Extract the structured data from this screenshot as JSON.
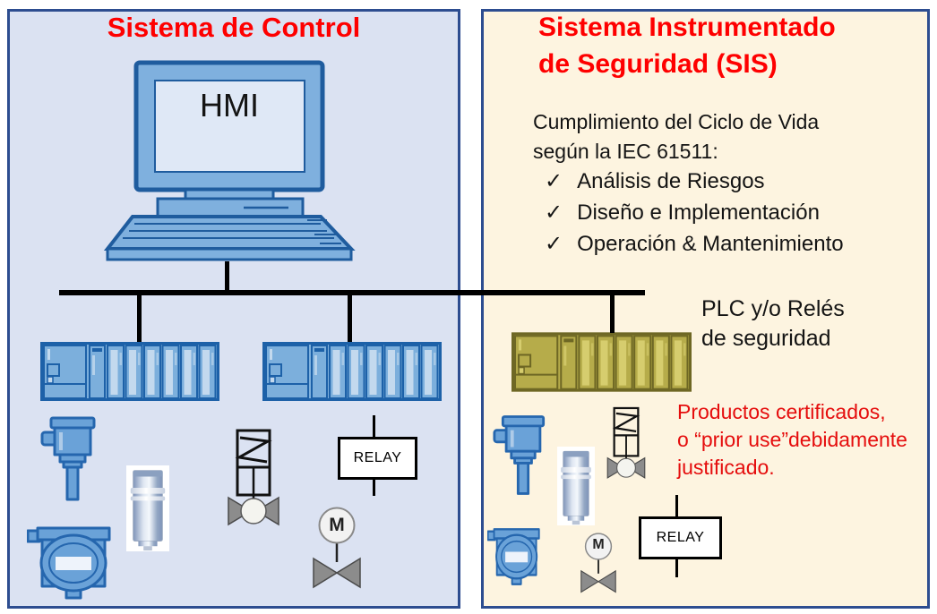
{
  "left_panel": {
    "title": "Sistema de Control",
    "hmi_label": "HMI",
    "relay_label": "RELAY",
    "motor_label": "M"
  },
  "right_panel": {
    "title_line1": "Sistema Instrumentado",
    "title_line2": "de Seguridad (SIS)",
    "lifecycle_line1": "Cumplimiento del Ciclo de Vida",
    "lifecycle_line2": "según la IEC 61511:",
    "checklist": [
      {
        "mark": "✓",
        "label": "Análisis de Riesgos"
      },
      {
        "mark": "✓",
        "label": "Diseño e Implementación"
      },
      {
        "mark": "✓",
        "label": "Operación & Mantenimiento"
      }
    ],
    "plc_label_line1": "PLC y/o Relés",
    "plc_label_line2": "de seguridad",
    "note_line1": "Productos certificados,",
    "note_line2": "o “prior use”debidamente",
    "note_line3": "justificado.",
    "relay_label": "RELAY",
    "motor_label": "M"
  },
  "colors": {
    "title-red": "#fe0000",
    "note-red": "#e50d0d",
    "left-panel-bg": "#dbe2f2",
    "right-panel-bg": "#fdf4e0",
    "panel-border": "#2d4d90",
    "hmi-fill": "#7fb0de",
    "hmi-stroke": "#1f5c9e",
    "plc-blue-body": "#7cafdc",
    "plc-blue-border": "#1d61a8",
    "plc-blue-light": "#c3d9ee",
    "plc-yellow-body": "#b6ac4a",
    "plc-yellow-border": "#6e6724",
    "plc-yellow-light": "#d6cd6e",
    "inst-fill": "#6aa2d8",
    "inst-stroke": "#2566ae",
    "inst-light": "#aecbe8",
    "valve-gray": "#8c8c8c",
    "bus-black": "#000000"
  }
}
